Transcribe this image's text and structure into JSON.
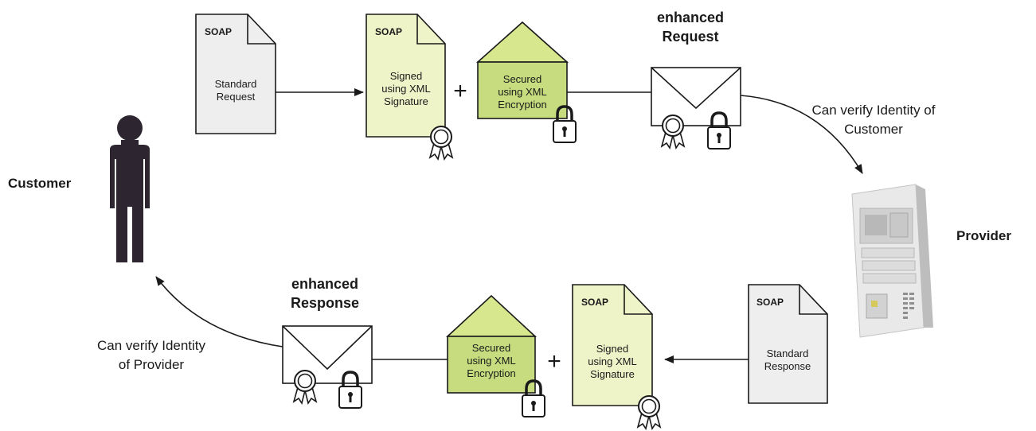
{
  "customer_label": "Customer",
  "provider_label": "Provider",
  "request_flow": {
    "standard_doc": {
      "tag": "SOAP",
      "lines": [
        "Standard",
        "Request"
      ]
    },
    "signed_doc": {
      "tag": "SOAP",
      "lines": [
        "Signed",
        "using XML",
        "Signature"
      ]
    },
    "plus": "+",
    "encrypted_envelope": {
      "lines": [
        "Secured",
        "using XML",
        "Encryption"
      ]
    },
    "enhanced_label": [
      "enhanced",
      "Request"
    ],
    "verify_label": [
      "Can verify Identity of",
      "Customer"
    ]
  },
  "response_flow": {
    "standard_doc": {
      "tag": "SOAP",
      "lines": [
        "Standard",
        "Response"
      ]
    },
    "signed_doc": {
      "tag": "SOAP",
      "lines": [
        "Signed",
        "using XML",
        "Signature"
      ]
    },
    "plus": "+",
    "encrypted_envelope": {
      "lines": [
        "Secured",
        "using XML",
        "Encryption"
      ]
    },
    "enhanced_label": [
      "enhanced",
      "Response"
    ],
    "verify_label": [
      "Can verify Identity",
      "of Provider"
    ]
  },
  "colors": {
    "gray_doc": "#eeeeee",
    "light_green_doc": "#eef3c8",
    "envelope_green": "#c6dc7e",
    "envelope_top_green": "#d7e78e",
    "person": "#2d2631",
    "stroke": "#1a1a1a"
  }
}
